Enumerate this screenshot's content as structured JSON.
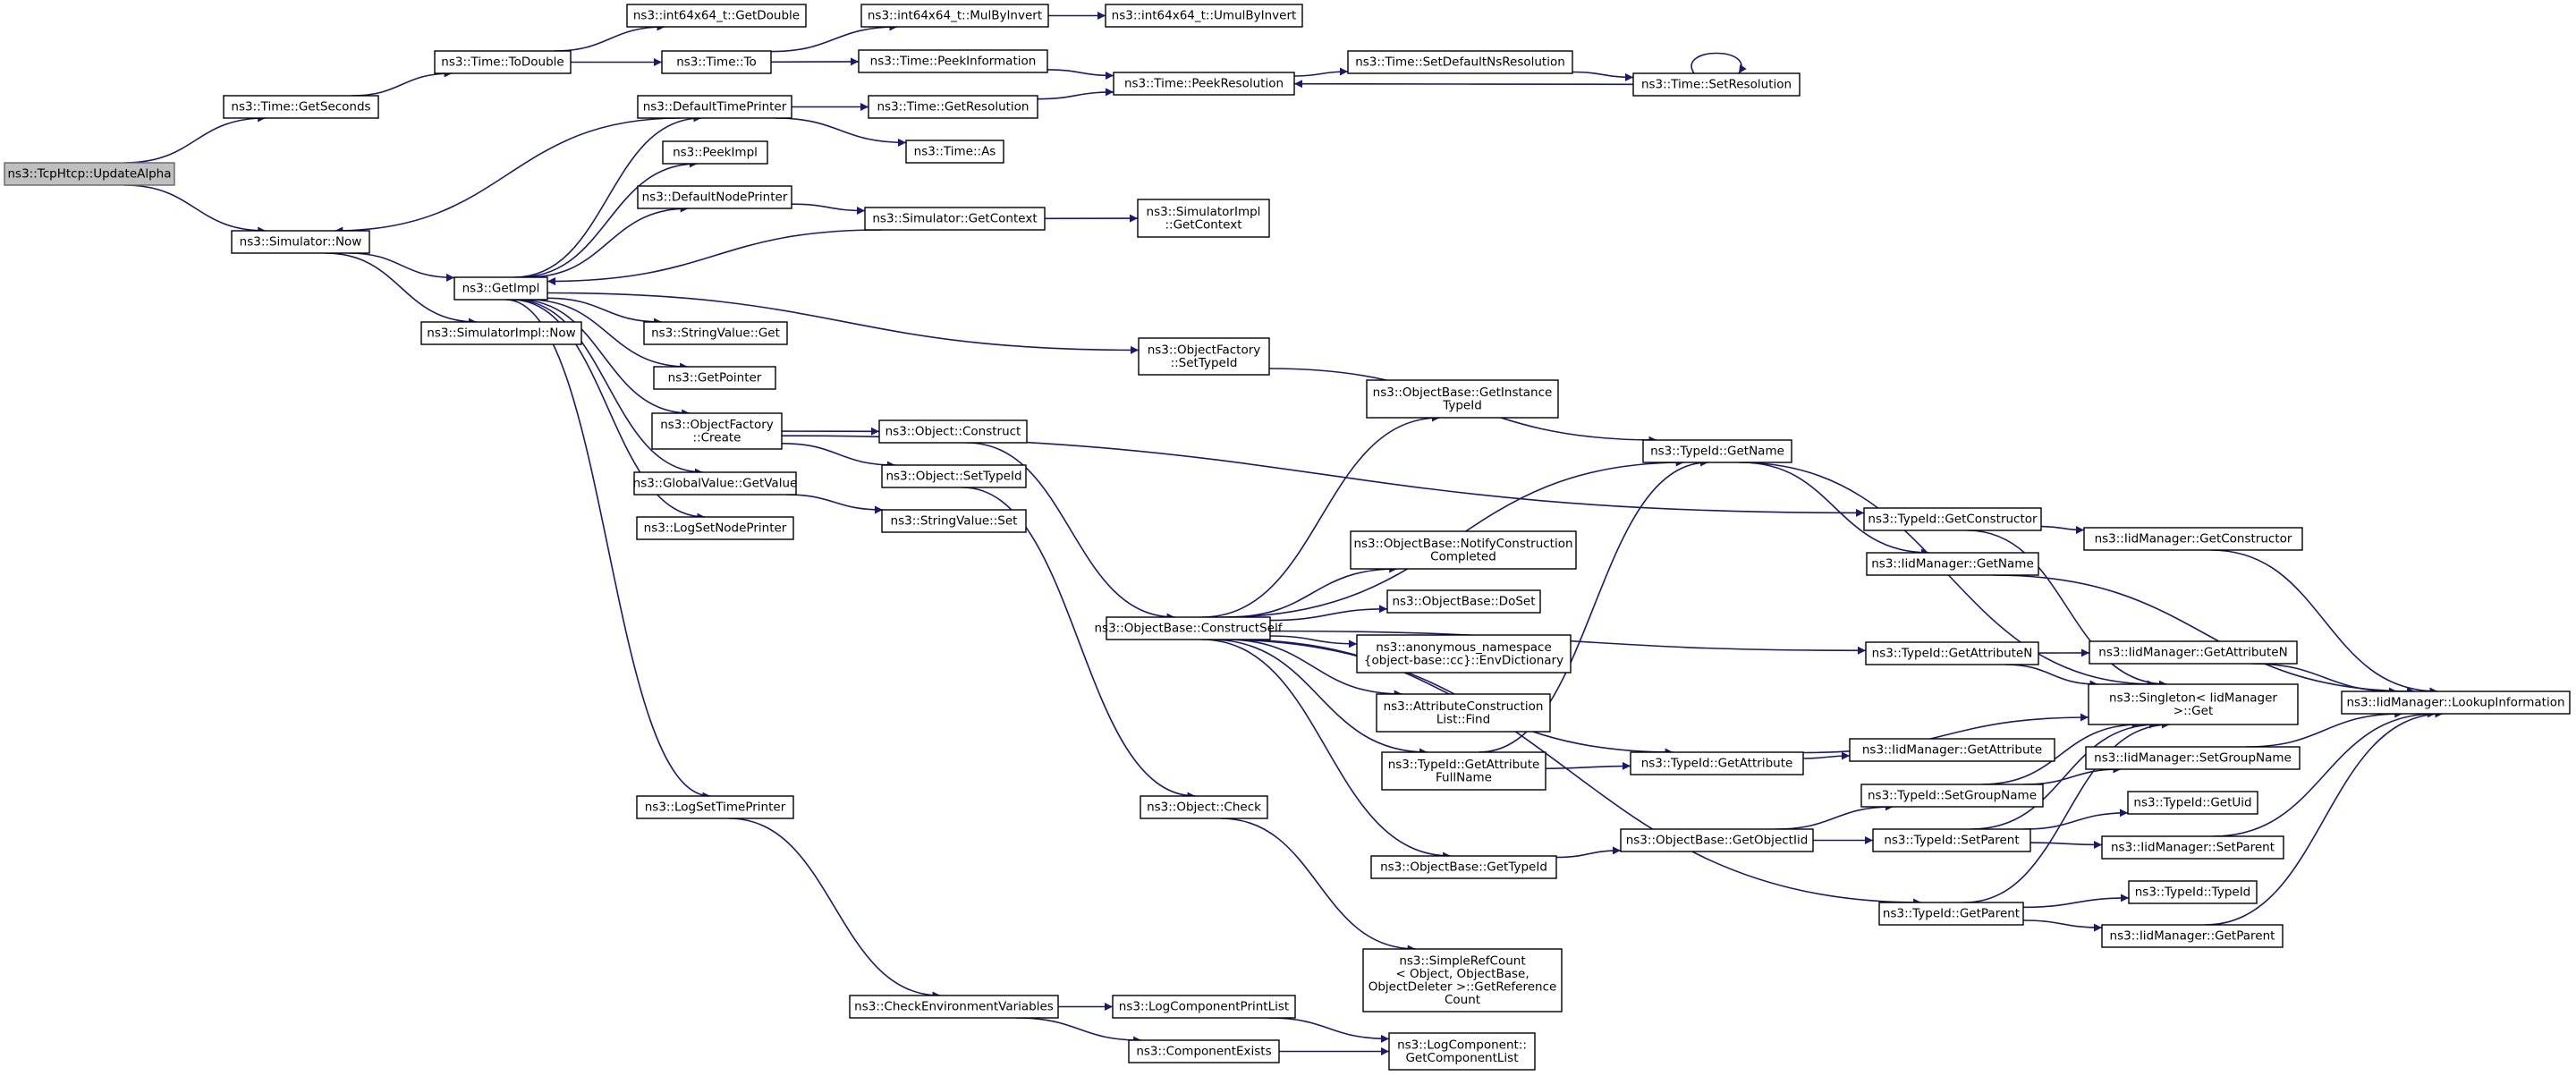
{
  "colors": {
    "edge": "#191970",
    "node_border": "#000000",
    "root_fill": "#bfbfbf",
    "background": "#ffffff"
  },
  "root_node": "ns3::TcpHtcp::UpdateAlpha",
  "nodes": [
    {
      "id": "updatealpha",
      "lines": [
        "ns3::TcpHtcp::UpdateAlpha"
      ],
      "root": true
    },
    {
      "id": "getseconds",
      "lines": [
        "ns3::Time::GetSeconds"
      ]
    },
    {
      "id": "simnow",
      "lines": [
        "ns3::Simulator::Now"
      ]
    },
    {
      "id": "todouble",
      "lines": [
        "ns3::Time::ToDouble"
      ]
    },
    {
      "id": "i64getdouble",
      "lines": [
        "ns3::int64x64_t::GetDouble"
      ]
    },
    {
      "id": "timeto",
      "lines": [
        "ns3::Time::To"
      ]
    },
    {
      "id": "mulbyinvert",
      "lines": [
        "ns3::int64x64_t::MulByInvert"
      ]
    },
    {
      "id": "umulbyinvert",
      "lines": [
        "ns3::int64x64_t::UmulByInvert"
      ]
    },
    {
      "id": "peekinfo",
      "lines": [
        "ns3::Time::PeekInformation"
      ]
    },
    {
      "id": "peekres",
      "lines": [
        "ns3::Time::PeekResolution"
      ]
    },
    {
      "id": "setdefns",
      "lines": [
        "ns3::Time::SetDefaultNsResolution"
      ]
    },
    {
      "id": "setres",
      "lines": [
        "ns3::Time::SetResolution"
      ]
    },
    {
      "id": "deftimeprinter",
      "lines": [
        "ns3::DefaultTimePrinter"
      ]
    },
    {
      "id": "getres",
      "lines": [
        "ns3::Time::GetResolution"
      ]
    },
    {
      "id": "timeas",
      "lines": [
        "ns3::Time::As"
      ]
    },
    {
      "id": "peekimpl",
      "lines": [
        "ns3::PeekImpl"
      ]
    },
    {
      "id": "defnodeprinter",
      "lines": [
        "ns3::DefaultNodePrinter"
      ]
    },
    {
      "id": "simgetcontext",
      "lines": [
        "ns3::Simulator::GetContext"
      ]
    },
    {
      "id": "simimplgetcontext",
      "lines": [
        "ns3::SimulatorImpl",
        "::GetContext"
      ]
    },
    {
      "id": "getimpl",
      "lines": [
        "ns3::GetImpl"
      ]
    },
    {
      "id": "simimplnow",
      "lines": [
        "ns3::SimulatorImpl::Now"
      ]
    },
    {
      "id": "stringvalueget",
      "lines": [
        "ns3::StringValue::Get"
      ]
    },
    {
      "id": "objfactsettypeid",
      "lines": [
        "ns3::ObjectFactory",
        "::SetTypeId"
      ]
    },
    {
      "id": "getpointer",
      "lines": [
        "ns3::GetPointer"
      ]
    },
    {
      "id": "objfactcreate",
      "lines": [
        "ns3::ObjectFactory",
        "::Create"
      ]
    },
    {
      "id": "objconstruct",
      "lines": [
        "ns3::Object::Construct"
      ]
    },
    {
      "id": "objsettypeid",
      "lines": [
        "ns3::Object::SetTypeId"
      ]
    },
    {
      "id": "globalvalueget",
      "lines": [
        "ns3::GlobalValue::GetValue"
      ]
    },
    {
      "id": "stringvalueset",
      "lines": [
        "ns3::StringValue::Set"
      ]
    },
    {
      "id": "logsetnodeprinter",
      "lines": [
        "ns3::LogSetNodePrinter"
      ]
    },
    {
      "id": "logsettimeprinter",
      "lines": [
        "ns3::LogSetTimePrinter"
      ]
    },
    {
      "id": "checkenv",
      "lines": [
        "ns3::CheckEnvironmentVariables"
      ]
    },
    {
      "id": "logcompprintlist",
      "lines": [
        "ns3::LogComponentPrintList"
      ]
    },
    {
      "id": "compexists",
      "lines": [
        "ns3::ComponentExists"
      ]
    },
    {
      "id": "logcompgetlist",
      "lines": [
        "ns3::LogComponent::",
        "GetComponentList"
      ]
    },
    {
      "id": "objcheck",
      "lines": [
        "ns3::Object::Check"
      ]
    },
    {
      "id": "simplerefcount",
      "lines": [
        "ns3::SimpleRefCount",
        "< Object, ObjectBase,",
        "ObjectDeleter >::GetReference",
        "Count"
      ]
    },
    {
      "id": "constructself",
      "lines": [
        "ns3::ObjectBase::ConstructSelf"
      ]
    },
    {
      "id": "getinstancetypeid",
      "lines": [
        "ns3::ObjectBase::GetInstance",
        "TypeId"
      ]
    },
    {
      "id": "notifyconstruction",
      "lines": [
        "ns3::ObjectBase::NotifyConstruction",
        "Completed"
      ]
    },
    {
      "id": "doset",
      "lines": [
        "ns3::ObjectBase::DoSet"
      ]
    },
    {
      "id": "envdictionary",
      "lines": [
        "ns3::anonymous_namespace",
        "{object-base::cc}::EnvDictionary"
      ]
    },
    {
      "id": "attrconstfind",
      "lines": [
        "ns3::AttributeConstruction",
        "List::Find"
      ]
    },
    {
      "id": "getattrfullname",
      "lines": [
        "ns3::TypeId::GetAttribute",
        "FullName"
      ]
    },
    {
      "id": "objbasegettypeid",
      "lines": [
        "ns3::ObjectBase::GetTypeId"
      ]
    },
    {
      "id": "typeidgetname",
      "lines": [
        "ns3::TypeId::GetName"
      ]
    },
    {
      "id": "typeidgetattribute",
      "lines": [
        "ns3::TypeId::GetAttribute"
      ]
    },
    {
      "id": "getobjectiid",
      "lines": [
        "ns3::ObjectBase::GetObjectIid"
      ]
    },
    {
      "id": "typeidgetconstructor",
      "lines": [
        "ns3::TypeId::GetConstructor"
      ]
    },
    {
      "id": "iidgetname",
      "lines": [
        "ns3::IidManager::GetName"
      ]
    },
    {
      "id": "typeidgetattributen",
      "lines": [
        "ns3::TypeId::GetAttributeN"
      ]
    },
    {
      "id": "iidgetattribute",
      "lines": [
        "ns3::IidManager::GetAttribute"
      ]
    },
    {
      "id": "typeidsetgroupname",
      "lines": [
        "ns3::TypeId::SetGroupName"
      ]
    },
    {
      "id": "typeidsetparent",
      "lines": [
        "ns3::TypeId::SetParent"
      ]
    },
    {
      "id": "typeidgetparent",
      "lines": [
        "ns3::TypeId::GetParent"
      ]
    },
    {
      "id": "iidgetconstructor",
      "lines": [
        "ns3::IidManager::GetConstructor"
      ]
    },
    {
      "id": "iidgetattributen",
      "lines": [
        "ns3::IidManager::GetAttributeN"
      ]
    },
    {
      "id": "singletonget",
      "lines": [
        "ns3::Singleton< IidManager",
        ">::Get"
      ]
    },
    {
      "id": "iidsetgroupname",
      "lines": [
        "ns3::IidManager::SetGroupName"
      ]
    },
    {
      "id": "typeidgetuid",
      "lines": [
        "ns3::TypeId::GetUid"
      ]
    },
    {
      "id": "iidsetparent",
      "lines": [
        "ns3::IidManager::SetParent"
      ]
    },
    {
      "id": "typeidtypeid",
      "lines": [
        "ns3::TypeId::TypeId"
      ]
    },
    {
      "id": "iidgetparent",
      "lines": [
        "ns3::IidManager::GetParent"
      ]
    },
    {
      "id": "iidlookupinfo",
      "lines": [
        "ns3::IidManager::LookupInformation"
      ]
    }
  ],
  "edges": [
    [
      "updatealpha",
      "getseconds"
    ],
    [
      "updatealpha",
      "simnow"
    ],
    [
      "getseconds",
      "todouble"
    ],
    [
      "todouble",
      "i64getdouble"
    ],
    [
      "todouble",
      "timeto"
    ],
    [
      "timeto",
      "mulbyinvert"
    ],
    [
      "timeto",
      "peekinfo"
    ],
    [
      "mulbyinvert",
      "umulbyinvert"
    ],
    [
      "peekinfo",
      "peekres"
    ],
    [
      "peekres",
      "setdefns"
    ],
    [
      "setdefns",
      "setres"
    ],
    [
      "setres",
      "peekres"
    ],
    [
      "setres",
      "setres"
    ],
    [
      "simnow",
      "getimpl"
    ],
    [
      "simnow",
      "simimplnow"
    ],
    [
      "getimpl",
      "deftimeprinter"
    ],
    [
      "getimpl",
      "peekimpl"
    ],
    [
      "getimpl",
      "defnodeprinter"
    ],
    [
      "getimpl",
      "stringvalueget"
    ],
    [
      "getimpl",
      "objfactsettypeid"
    ],
    [
      "getimpl",
      "getpointer"
    ],
    [
      "getimpl",
      "objfactcreate"
    ],
    [
      "getimpl",
      "globalvalueget"
    ],
    [
      "getimpl",
      "logsetnodeprinter"
    ],
    [
      "getimpl",
      "logsettimeprinter"
    ],
    [
      "deftimeprinter",
      "simnow"
    ],
    [
      "deftimeprinter",
      "getres"
    ],
    [
      "deftimeprinter",
      "timeas"
    ],
    [
      "getres",
      "peekres"
    ],
    [
      "defnodeprinter",
      "simgetcontext"
    ],
    [
      "simgetcontext",
      "getimpl"
    ],
    [
      "simgetcontext",
      "simimplgetcontext"
    ],
    [
      "objfactsettypeid",
      "typeidgetname"
    ],
    [
      "objfactcreate",
      "objconstruct"
    ],
    [
      "objfactcreate",
      "objsettypeid"
    ],
    [
      "objfactcreate",
      "typeidgetconstructor"
    ],
    [
      "globalvalueget",
      "stringvalueset"
    ],
    [
      "objconstruct",
      "constructself"
    ],
    [
      "objsettypeid",
      "objcheck"
    ],
    [
      "objcheck",
      "simplerefcount"
    ],
    [
      "logsettimeprinter",
      "checkenv"
    ],
    [
      "checkenv",
      "logcompprintlist"
    ],
    [
      "checkenv",
      "compexists"
    ],
    [
      "logcompprintlist",
      "logcompgetlist"
    ],
    [
      "compexists",
      "logcompgetlist"
    ],
    [
      "constructself",
      "getinstancetypeid"
    ],
    [
      "constructself",
      "typeidgetname"
    ],
    [
      "constructself",
      "notifyconstruction"
    ],
    [
      "constructself",
      "doset"
    ],
    [
      "constructself",
      "envdictionary"
    ],
    [
      "constructself",
      "attrconstfind"
    ],
    [
      "constructself",
      "getattrfullname"
    ],
    [
      "constructself",
      "objbasegettypeid"
    ],
    [
      "constructself",
      "typeidgetattribute"
    ],
    [
      "constructself",
      "typeidgetattributen"
    ],
    [
      "constructself",
      "typeidgetparent"
    ],
    [
      "getattrfullname",
      "typeidgetname"
    ],
    [
      "getattrfullname",
      "typeidgetattribute"
    ],
    [
      "objbasegettypeid",
      "getobjectiid"
    ],
    [
      "typeidgetname",
      "iidgetname"
    ],
    [
      "typeidgetname",
      "singletonget"
    ],
    [
      "typeidgetattribute",
      "iidgetattribute"
    ],
    [
      "typeidgetattribute",
      "singletonget"
    ],
    [
      "getobjectiid",
      "typeidsetgroupname"
    ],
    [
      "getobjectiid",
      "typeidsetparent"
    ],
    [
      "typeidgetconstructor",
      "iidgetconstructor"
    ],
    [
      "typeidgetconstructor",
      "singletonget"
    ],
    [
      "iidgetname",
      "iidlookupinfo"
    ],
    [
      "typeidgetattributen",
      "iidgetattributen"
    ],
    [
      "typeidgetattributen",
      "singletonget"
    ],
    [
      "typeidsetgroupname",
      "iidsetgroupname"
    ],
    [
      "typeidsetgroupname",
      "singletonget"
    ],
    [
      "typeidsetparent",
      "typeidgetuid"
    ],
    [
      "typeidsetparent",
      "iidsetparent"
    ],
    [
      "typeidsetparent",
      "singletonget"
    ],
    [
      "typeidgetparent",
      "typeidtypeid"
    ],
    [
      "typeidgetparent",
      "iidgetparent"
    ],
    [
      "typeidgetparent",
      "singletonget"
    ],
    [
      "iidgetconstructor",
      "iidlookupinfo"
    ],
    [
      "iidgetattributen",
      "iidlookupinfo"
    ],
    [
      "iidsetgroupname",
      "iidlookupinfo"
    ],
    [
      "iidsetparent",
      "iidlookupinfo"
    ],
    [
      "iidgetparent",
      "iidlookupinfo"
    ]
  ]
}
